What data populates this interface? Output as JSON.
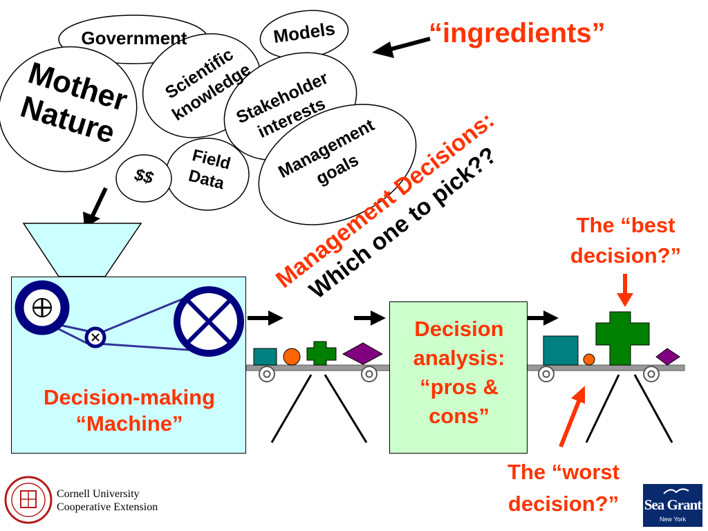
{
  "ingredients": {
    "label": "“ingredients”",
    "items": {
      "government": "Government",
      "models": "Models",
      "mother_nature_line1": "Mother",
      "mother_nature_line2": "Nature",
      "scientific_line1": "Scientific",
      "scientific_line2": "knowledge",
      "stakeholder_line1": "Stakeholder",
      "stakeholder_line2": "interests",
      "management_goals_line1": "Management",
      "management_goals_line2": "goals",
      "field_data_line1": "Field",
      "field_data_line2": "Data",
      "money": "$$"
    }
  },
  "machine": {
    "line1": "Decision-making",
    "line2": "“Machine”"
  },
  "management_decisions": {
    "line1": "Management Decisions:",
    "line2": "Which one to pick??"
  },
  "analysis": {
    "line1": "Decision",
    "line2": "analysis:",
    "line3": "“pros &",
    "line4": "cons”"
  },
  "best": {
    "line1": "The “best",
    "line2": "decision?”"
  },
  "worst": {
    "line1": "The “worst",
    "line2": "decision?”"
  },
  "logos": {
    "cornell_line1": "Cornell University",
    "cornell_line2": "Cooperative Extension",
    "seagrant": "Sea Grant",
    "seagrant_sub": "New York"
  },
  "colors": {
    "accent_text": "#ff3300",
    "machine_fill": "#ccffff",
    "analysis_fill": "#ccffcc",
    "gear_blue": "#000080",
    "teal": "#008080",
    "orange": "#ff6600",
    "green": "#008000",
    "purple": "#800080"
  }
}
